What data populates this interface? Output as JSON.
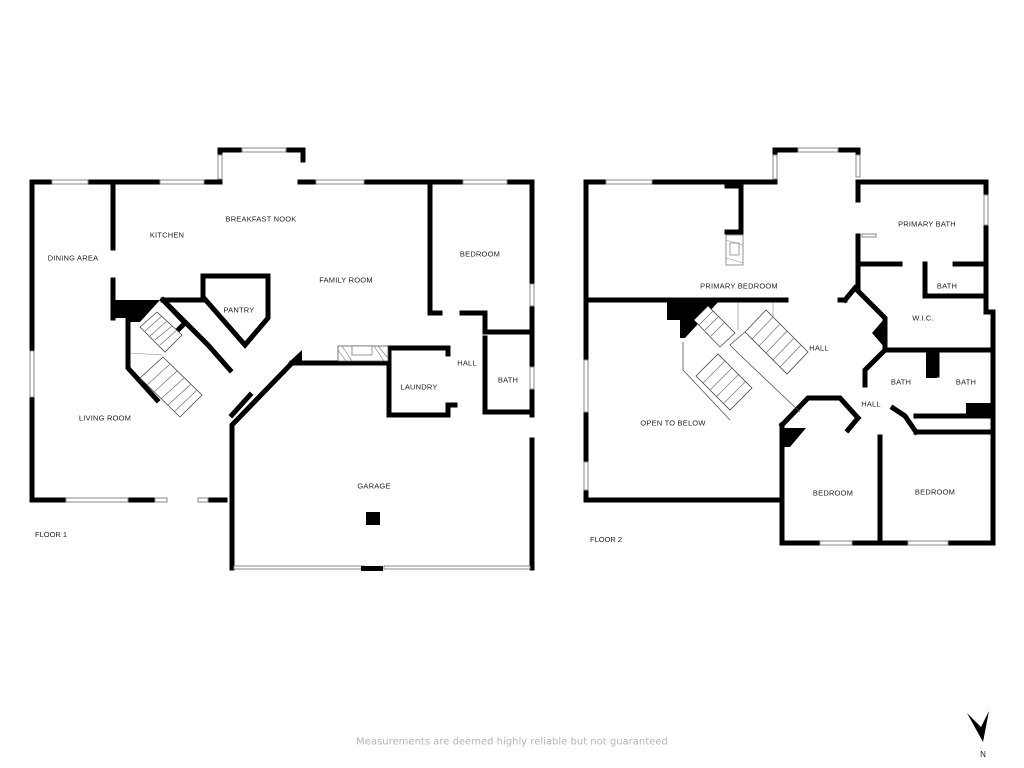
{
  "floors": [
    {
      "label": "FLOOR 1",
      "rooms": [
        {
          "name": "DINING AREA"
        },
        {
          "name": "KITCHEN"
        },
        {
          "name": "BREAKFAST NOOK"
        },
        {
          "name": "PANTRY"
        },
        {
          "name": "FAMILY ROOM"
        },
        {
          "name": "BEDROOM"
        },
        {
          "name": "HALL"
        },
        {
          "name": "LAUNDRY"
        },
        {
          "name": "BATH"
        },
        {
          "name": "LIVING ROOM"
        },
        {
          "name": "GARAGE"
        }
      ]
    },
    {
      "label": "FLOOR 2",
      "rooms": [
        {
          "name": "PRIMARY BEDROOM"
        },
        {
          "name": "PRIMARY BATH"
        },
        {
          "name": "BATH"
        },
        {
          "name": "W.I.C."
        },
        {
          "name": "HALL"
        },
        {
          "name": "BATH"
        },
        {
          "name": "BATH"
        },
        {
          "name": "HALL"
        },
        {
          "name": "OPEN TO BELOW"
        },
        {
          "name": "BEDROOM"
        },
        {
          "name": "BEDROOM"
        }
      ]
    }
  ],
  "disclaimer": "Measurements are deemed highly reliable but not guaranteed",
  "compass": {
    "label": "N",
    "icon": "north-arrow-icon"
  }
}
